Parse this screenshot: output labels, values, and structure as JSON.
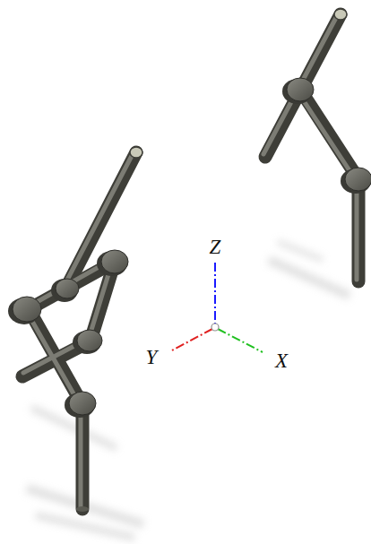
{
  "diagram": {
    "labels": [
      "Z",
      "Y",
      "X"
    ]
  }
}
